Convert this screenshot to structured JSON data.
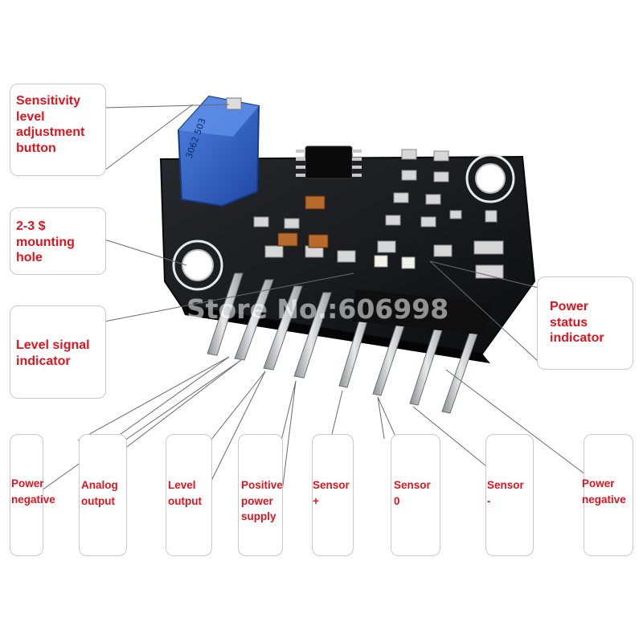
{
  "labels": {
    "sensitivity": "Sensitivity\nlevel\nadjustment\nbutton",
    "mounting_hole": "2-3 $\nmounting\nhole",
    "level_signal": "Level signal\nindicator",
    "power_status": "Power\nstatus\nindicator",
    "pin1": "Power\nnegative",
    "pin2": "Analog\noutput",
    "pin3": "Level\noutput",
    "pin4": "Positive\npower\nsupply",
    "pin5": "Sensor\n +",
    "pin6": "Sensor\n 0",
    "pin7": "Sensor\n -",
    "pin8": "Power\nnegative"
  },
  "board": {
    "pot_marking": "3062\n503 ↑",
    "watermark": "Store No.:606998"
  },
  "colors": {
    "label_text": "#e0141e",
    "board": "#15171a",
    "potentiometer": "#2f5fc4",
    "pins": "#b9bcbf",
    "leader_lines": "#6a6a6a"
  }
}
